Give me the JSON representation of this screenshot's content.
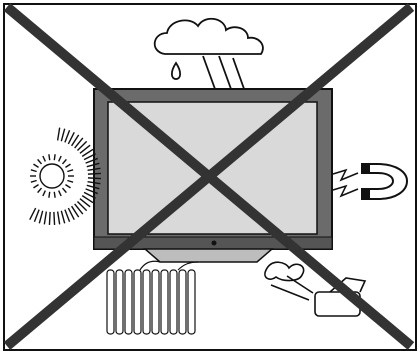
{
  "diagram": {
    "elements": [
      {
        "id": "warning-frame",
        "kind": "border"
      },
      {
        "id": "tv",
        "kind": "television"
      },
      {
        "id": "rain",
        "kind": "weather-hazard"
      },
      {
        "id": "sun",
        "kind": "heat-source"
      },
      {
        "id": "magnet",
        "kind": "magnetic-source"
      },
      {
        "id": "radiator",
        "kind": "heater"
      },
      {
        "id": "steam-pot",
        "kind": "moisture-source"
      },
      {
        "id": "cross",
        "kind": "prohibition-mark"
      }
    ]
  },
  "colors": {
    "stroke": "#111111",
    "tv_bezel": "#6b6b6b",
    "tv_screen": "#d9d9d9",
    "tv_base": "#bdbdbd",
    "cross": "#333333",
    "background": "#ffffff"
  }
}
